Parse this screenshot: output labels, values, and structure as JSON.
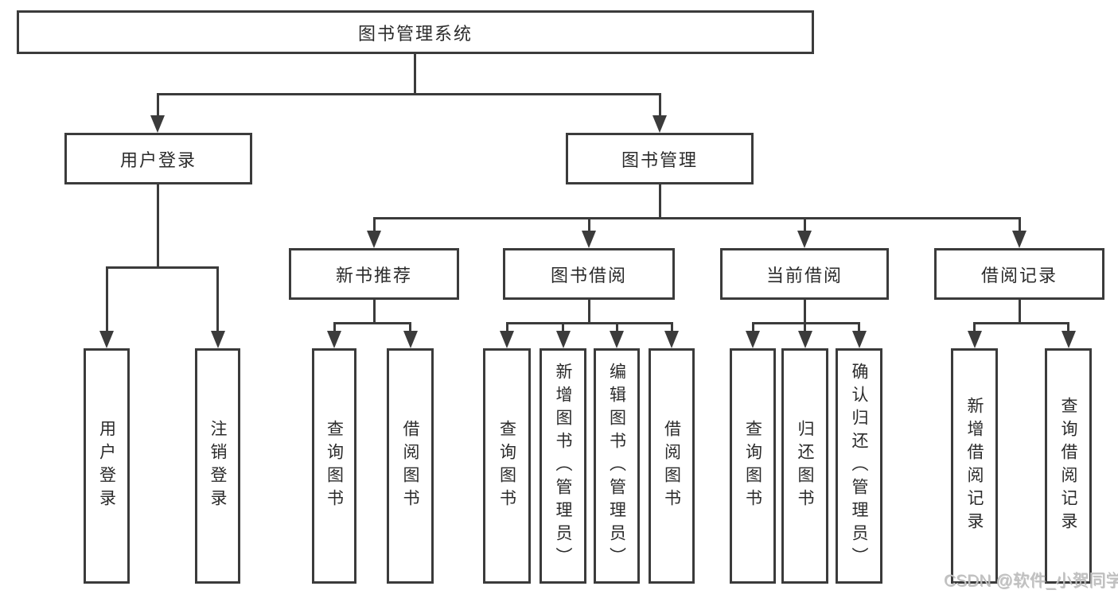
{
  "title": "图书管理系统",
  "level2": [
    "用户登录",
    "图书管理"
  ],
  "level3": [
    "新书推荐",
    "图书借阅",
    "当前借阅",
    "借阅记录"
  ],
  "leaves": [
    "用户登录",
    "注销登录",
    "查询图书",
    "借阅图书",
    "查询图书",
    "新增图书（管理员）",
    "编辑图书（管理员）",
    "借阅图书",
    "查询图书",
    "归还图书",
    "确认归还（管理员）",
    "新增借阅记录",
    "查询借阅记录"
  ],
  "watermark": "CSDN @软件_小贺同学",
  "colors": {
    "line": "#3b3b3b",
    "text": "#2b2b2b",
    "watermark": "#c0c0c0",
    "background": "#ffffff"
  }
}
